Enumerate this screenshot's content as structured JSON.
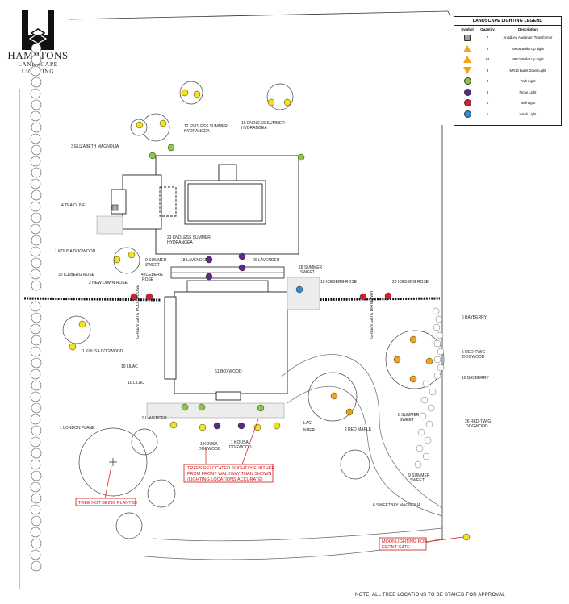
{
  "logo": {
    "title": "HAMPTONS",
    "subtitle": "LANDSCAPE LIGHTING"
  },
  "legend": {
    "title": "LANDSCAPE LIGHTING LEGEND",
    "headers": [
      "Symbol",
      "Quantity",
      "Description"
    ],
    "rows": [
      {
        "icon": "transformer-icon",
        "color": "#9e9e9e",
        "shape": "sq",
        "quantity": "7",
        "description": "Anodized Aluminum Transformer"
      },
      {
        "icon": "bullet-up-light-icon",
        "color": "#f2a31a",
        "shape": "tri",
        "quantity": "6",
        "description": "MR16 Bullet Up Light"
      },
      {
        "icon": "bullet-up-light-icon",
        "color": "#f2a31a",
        "shape": "tri",
        "quantity": "14",
        "description": "MR11 Bullet Up Light"
      },
      {
        "icon": "bullet-down-light-icon",
        "color": "#f2a31a",
        "shape": "tridn",
        "quantity": "3",
        "description": "MR16 Bullet Down Light"
      },
      {
        "icon": "path-light-icon",
        "color": "#8dc63f",
        "shape": "circle",
        "quantity": "8",
        "description": "Path Light"
      },
      {
        "icon": "niche-light-icon",
        "color": "#5b2a86",
        "shape": "circle",
        "quantity": "8",
        "description": "Niche Light"
      },
      {
        "icon": "wall-light-icon",
        "color": "#d81e2c",
        "shape": "circle",
        "quantity": "4",
        "description": "Wall Light"
      },
      {
        "icon": "wash-light-icon",
        "color": "#2e8fd6",
        "shape": "circle",
        "quantity": "1",
        "description": "Wash Light"
      }
    ]
  },
  "labels": {
    "elizabeth_magnolia": "3 ELIZABETH MAGNOLIA",
    "hydrangea_12_a": "12 ENDLESS SUMMER",
    "hydrangea_12_b": "HYDRANGEA",
    "hydrangea_19_a": "19 ENDLESS SUMMER",
    "hydrangea_19_b": "HYDRANGEA",
    "tea_olive": "4 TEA OLIVE",
    "hydrangea_23_a": "23 ENDLESS SUMMER",
    "hydrangea_23_b": "HYDRANGEA",
    "kousa_1_top": "1 KOUSA DOGWOOD",
    "iceberg_30": "30 ICEBERG ROSE",
    "summer_sweet_9_a": "9 SUMMER",
    "summer_sweet_9_b": "SWEET",
    "lavender_18": "18 LAVENDER",
    "lavender_20": "20 LAVENDER",
    "summer_sweet_18_a": "18 SUMMER",
    "summer_sweet_18_b": "SWEET",
    "new_dawn": "2 NEW DAWN ROSE",
    "iceberg_4_a": "4 ICEBERG",
    "iceberg_4_b": "ROSE",
    "iceberg_10": "10 ICEBERG ROSE",
    "iceberg_20": "20 ICEBERG ROSE",
    "pool_house": "GREEN GATE POOL HOUSE",
    "green_gate_driveway": "GREEN GATE DRIVEWAY",
    "bayberry_6": "6 BAYBERRY",
    "red_twig_5_a": "5 RED-TWIG",
    "red_twig_5_b": "DOGWOOD",
    "bayberry_10": "10 BAYBERRY",
    "kousa_1_left": "1 KOUSA DOGWOOD",
    "lilac_10a": "10 LILAC",
    "lilac_10b": "10 LILAC",
    "boxwood_51": "51 BOXWOOD",
    "red_maple": "2 RED MAPLE",
    "summer_sweet_8_a": "8 SUMMER",
    "summer_sweet_8_b": "SWEET",
    "red_twig_26_a": "26 RED-TWIG",
    "red_twig_26_b": "DOGWOOD",
    "lavender_9": "9 LAVENDER",
    "lac_a": "LAC",
    "lac_b": "NDER",
    "kousa_sw_a": "1 KOUSA",
    "kousa_sw_b": "DOGWOOD",
    "kousa_se_a": "1 KOUSA",
    "kousa_se_b": "DOGWOOD",
    "london_plane": "1 LONDON PLANE",
    "summer_sweet_9s_a": "9 SUMMER",
    "summer_sweet_9s_b": "SWEET",
    "sweetbay": "6 SWEETBAY MAGNOLIA"
  },
  "notes": {
    "relocated": [
      "TREES RELOCATED SLIGHTLY FURTHER",
      "FROM FRONT WALKWAY THAN SHOWN",
      "(LIGHTING LOCATIONS ACCURATE)"
    ],
    "not_planted": "TREE NOT BEING PLANTED",
    "moonlighting": [
      "MOONLIGHTING FOR",
      "FRONT GATE"
    ],
    "footer": "NOTE: ALL TREE LOCATIONS TO BE STAKED FOR APPROVAL"
  }
}
